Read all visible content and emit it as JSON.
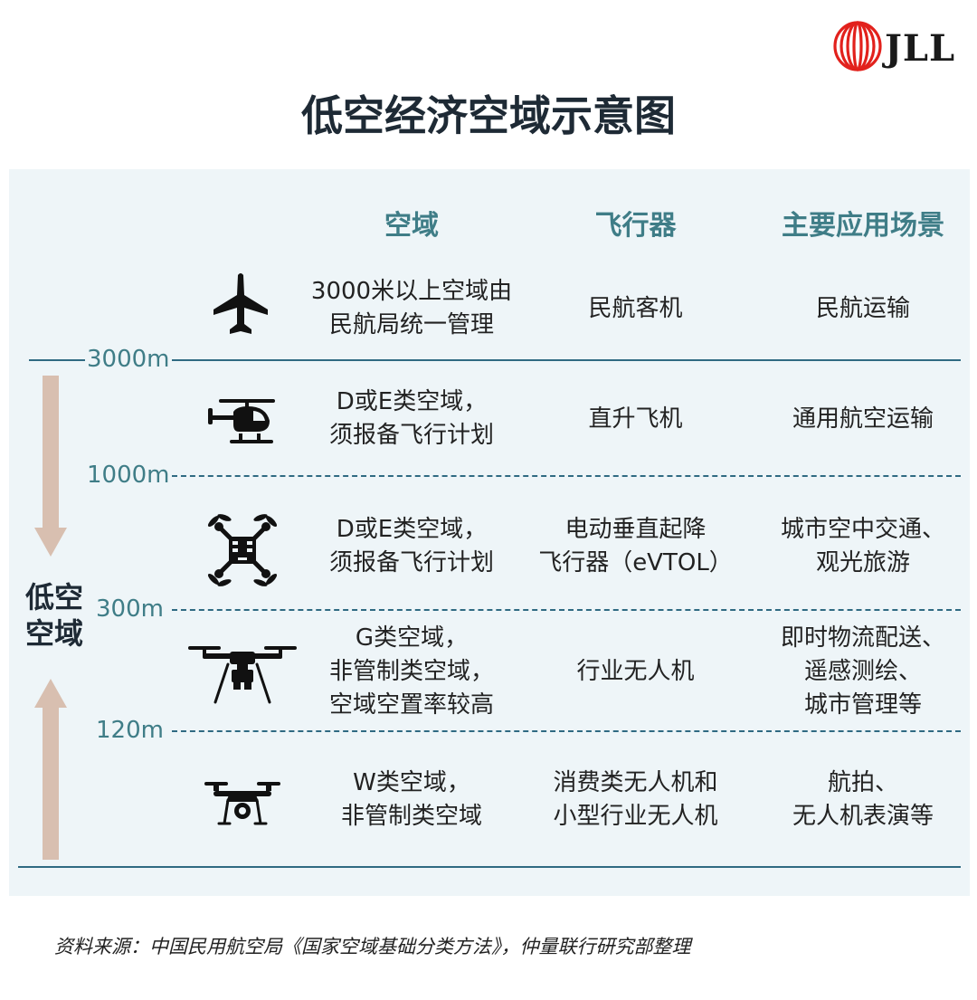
{
  "logo": {
    "text": "JLL"
  },
  "title": "低空经济空域示意图",
  "headers": {
    "airspace": "空域",
    "aircraft": "飞行器",
    "scenario": "主要应用场景"
  },
  "altitudes": [
    "3000m",
    "1000m",
    "300m",
    "120m"
  ],
  "low_airspace_label": [
    "低空",
    "空域"
  ],
  "rows": [
    {
      "icon": "airplane-icon",
      "airspace": [
        "3000米以上空域由",
        "民航局统一管理"
      ],
      "aircraft": [
        "民航客机"
      ],
      "scenario": [
        "民航运输"
      ]
    },
    {
      "icon": "helicopter-icon",
      "airspace": [
        "D或E类空域，",
        "须报备飞行计划"
      ],
      "aircraft": [
        "直升飞机"
      ],
      "scenario": [
        "通用航空运输"
      ]
    },
    {
      "icon": "evtol-icon",
      "airspace": [
        "D或E类空域，",
        "须报备飞行计划"
      ],
      "aircraft": [
        "电动垂直起降",
        "飞行器（eVTOL）"
      ],
      "scenario": [
        "城市空中交通、",
        "观光旅游"
      ]
    },
    {
      "icon": "industrial-drone-icon",
      "airspace": [
        "G类空域，",
        "非管制类空域，",
        "空域空置率较高"
      ],
      "aircraft": [
        "行业无人机"
      ],
      "scenario": [
        "即时物流配送、",
        "遥感测绘、",
        "城市管理等"
      ]
    },
    {
      "icon": "consumer-drone-icon",
      "airspace": [
        "W类空域，",
        "非管制类空域"
      ],
      "aircraft": [
        "消费类无人机和",
        "小型行业无人机"
      ],
      "scenario": [
        "航拍、",
        "无人机表演等"
      ]
    }
  ],
  "source": "资料来源：中国民用航空局《国家空域基础分类方法》，仲量联行研究部整理",
  "colors": {
    "accent": "#3f7d87",
    "line": "#2f6a82",
    "arrow": "#d8bfb0",
    "panel": "#eef5f8",
    "logo_red": "#e2211c"
  }
}
